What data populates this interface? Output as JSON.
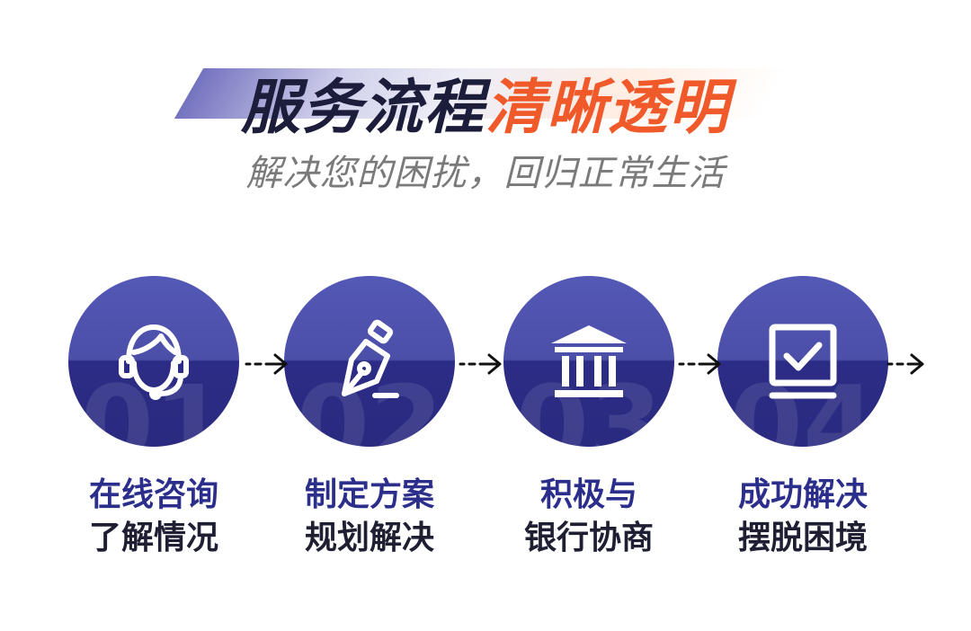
{
  "header": {
    "title_dark": "服务流程",
    "title_accent": "清晰透明",
    "subtitle": "解决您的困扰，回归正常生活"
  },
  "colors": {
    "accent": "#f05a2a",
    "circle_top": "#5458b6",
    "circle_bottom": "#2c2c86",
    "label_primary": "#2c2e8c"
  },
  "steps": [
    {
      "number": "01",
      "icon": "headset-agent-icon",
      "line1": "在线咨询",
      "line2": "了解情况"
    },
    {
      "number": "02",
      "icon": "fountain-pen-icon",
      "line1": "制定方案",
      "line2": "规划解决"
    },
    {
      "number": "03",
      "icon": "bank-building-icon",
      "line1": "积极与",
      "line2": "银行协商"
    },
    {
      "number": "04",
      "icon": "checkbox-monitor-icon",
      "line1": "成功解决",
      "line2": "摆脱困境"
    }
  ]
}
